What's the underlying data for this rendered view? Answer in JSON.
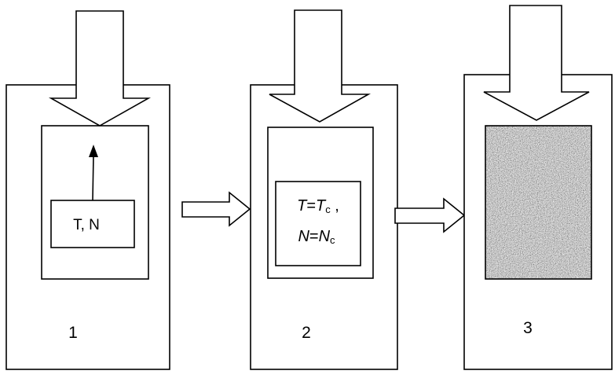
{
  "stages": [
    {
      "number": "1",
      "inner_label": "T, N"
    },
    {
      "number": "2",
      "line1": {
        "T": "T",
        "eq": "=",
        "Tc_base": "T",
        "Tc_sub": "c",
        "sep": " ,"
      },
      "line2": {
        "N": "N",
        "eq": "=",
        "Nc_base": "N",
        "Nc_sub": "c"
      }
    },
    {
      "number": "3"
    }
  ],
  "colors": {
    "stroke": "#000000",
    "background": "#ffffff",
    "noise_base": "#a0a0a0"
  }
}
